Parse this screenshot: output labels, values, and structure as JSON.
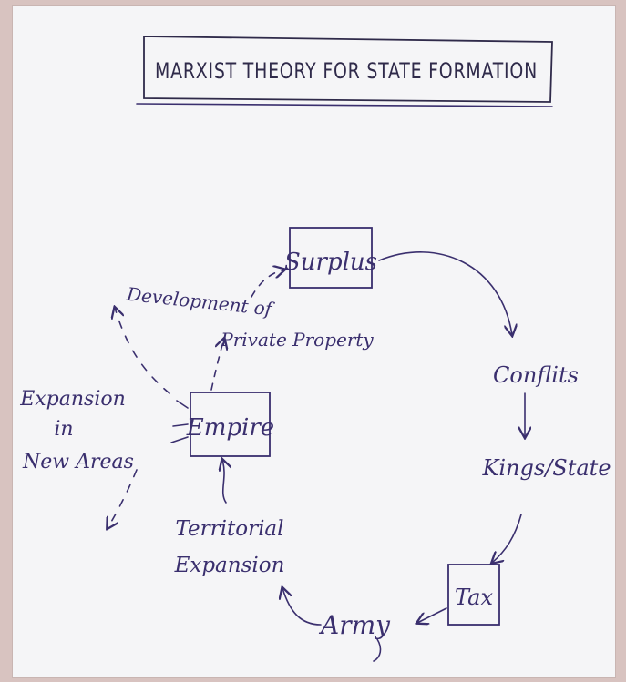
{
  "title": "MARXIST THEORY FOR STATE FORMATION",
  "nodes": {
    "surplus": "Surplus",
    "conflicts": "Conflits",
    "kings_state": "Kings/State",
    "tax": "Tax",
    "army": "Army",
    "territorial_1": "Territorial",
    "territorial_2": "Expansion",
    "empire": "Empire",
    "expansion_1": "Expansion",
    "expansion_2": "in",
    "expansion_3": "New Areas",
    "development": "Development of",
    "private_property": "Private Property"
  }
}
